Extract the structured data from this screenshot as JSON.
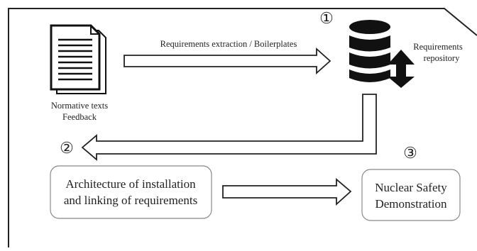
{
  "steps": {
    "step1": "①",
    "step2": "②",
    "step3": "③"
  },
  "documents": {
    "icon": "document-stack-icon",
    "label_line1": "Normative texts",
    "label_line2": "Feedback"
  },
  "extraction_arrow": {
    "label": "Requirements extraction / Boilerplates"
  },
  "repository": {
    "icon": "database-icon",
    "arrows_icon": "up-down-arrow-icon",
    "label_line1": "Requirements",
    "label_line2": "repository"
  },
  "architecture_box": {
    "line1": "Architecture of installation",
    "line2": "and linking of requirements"
  },
  "safety_box": {
    "line1": "Nuclear Safety",
    "line2": "Demonstration"
  },
  "colors": {
    "ink": "#222222",
    "fill": "#ffffff",
    "box_border": "#888888"
  }
}
